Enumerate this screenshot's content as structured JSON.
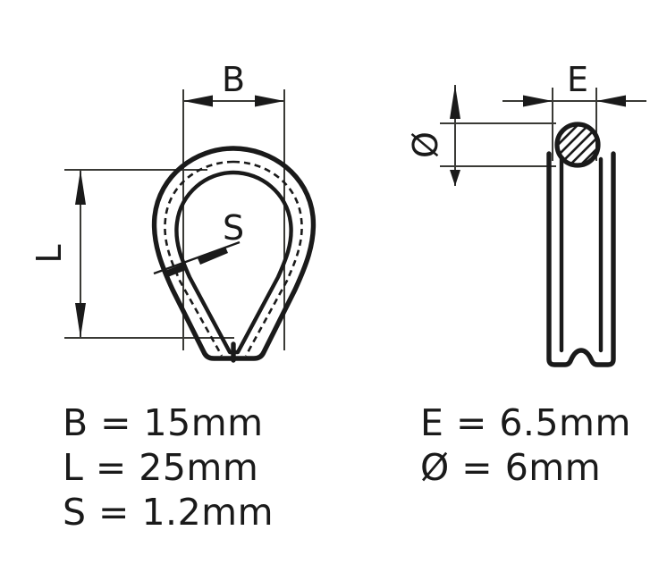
{
  "figure": {
    "title": "Wire rope thimble dimensioned drawing",
    "background_color": "#ffffff",
    "line_color": "#1a1a1a",
    "dimension_line_color": "#3a3a36"
  },
  "front_view": {
    "name": "thimble-front-view",
    "description": "Teardrop shaped wire rope thimble, front elevation with groove",
    "dimension_labels": {
      "width": "B",
      "height": "L",
      "thickness": "S"
    }
  },
  "side_view": {
    "name": "thimble-side-view",
    "description": "Side profile of thimble with hatched wire rope cross-section",
    "dimension_labels": {
      "groove_width": "E",
      "rope_diameter": "Ø"
    }
  },
  "specs_left": {
    "name": "front-view-specifications",
    "lines": [
      "B  =  15mm",
      "L  =  25mm",
      "S  =  1.2mm"
    ]
  },
  "specs_right": {
    "name": "side-view-specifications",
    "lines": [
      "E  =  6.5mm",
      "Ø  =  6mm"
    ]
  },
  "measurements": {
    "B": {
      "label": "B",
      "value": "15",
      "unit": "mm",
      "text": "B  =  15mm"
    },
    "L": {
      "label": "L",
      "value": "25",
      "unit": "mm",
      "text": "L  =  25mm"
    },
    "S": {
      "label": "S",
      "value": "1.2",
      "unit": "mm",
      "text": "S  =  1.2mm"
    },
    "E": {
      "label": "E",
      "value": "6.5",
      "unit": "mm",
      "text": "E  =  6.5mm"
    },
    "D": {
      "label": "Ø",
      "value": "6",
      "unit": "mm",
      "text": "Ø  =  6mm"
    }
  }
}
